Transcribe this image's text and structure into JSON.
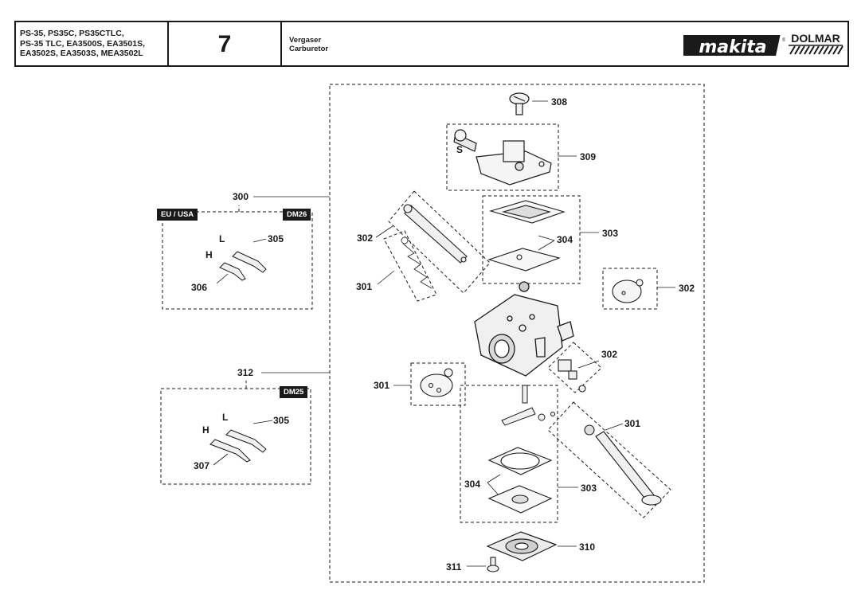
{
  "header": {
    "models": [
      "PS-35, PS35C, PS35CTLC,",
      "PS-35 TLC, EA3500S, EA3501S,",
      "EA3502S, EA3503S, MEA3502L"
    ],
    "figure_number": "7",
    "title_de": "Vergaser",
    "title_en": "Carburetor",
    "brand_makita": "makita",
    "brand_dolmar": "DOLMAR"
  },
  "labels": {
    "p300": "300",
    "p301_a": "301",
    "p301_b": "301",
    "p301_c": "301",
    "p302_a": "302",
    "p302_b": "302",
    "p302_c": "302",
    "p303_a": "303",
    "p303_b": "303",
    "p304_a": "304",
    "p304_b": "304",
    "p305_a": "305",
    "p305_b": "305",
    "p306": "306",
    "p307": "307",
    "p308": "308",
    "p309": "309",
    "p310": "310",
    "p311": "311",
    "p312": "312",
    "s": "S",
    "l_a": "L",
    "h_a": "H",
    "l_b": "L",
    "h_b": "H"
  },
  "tags": {
    "eu_usa": "EU / USA",
    "dm26": "DM26",
    "dm25": "DM25"
  }
}
